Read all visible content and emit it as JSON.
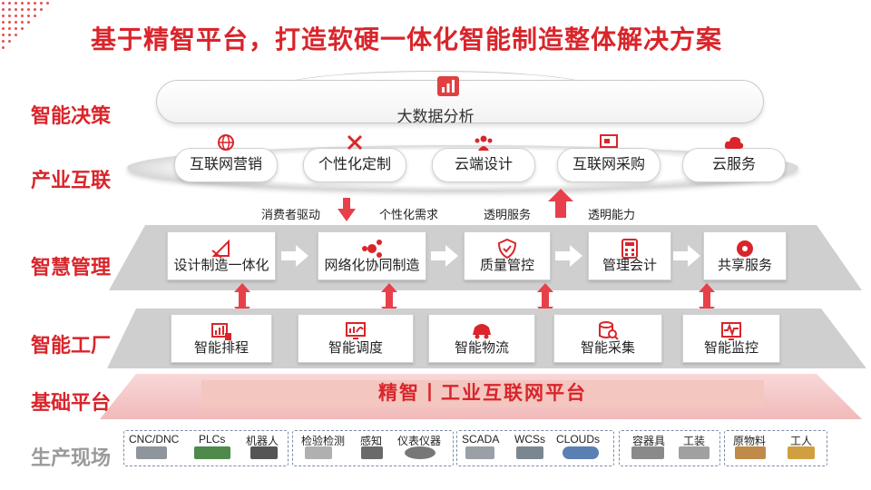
{
  "title": "基于精智平台，打造软硬一体化智能制造整体解决方案",
  "rows": {
    "decision": "智能决策",
    "industry": "产业互联",
    "management": "智慧管理",
    "factory": "智能工厂",
    "platform": "基础平台",
    "production": "生产现场"
  },
  "decision": {
    "label": "大数据分析",
    "icon": "bar-chart-icon"
  },
  "industry_items": [
    {
      "label": "互联网营销",
      "icon": "globe-icon"
    },
    {
      "label": "个性化定制",
      "icon": "tools-icon"
    },
    {
      "label": "云端设计",
      "icon": "users-icon"
    },
    {
      "label": "互联网采购",
      "icon": "cart-icon"
    },
    {
      "label": "云服务",
      "icon": "cloud-icon"
    }
  ],
  "flow_labels": [
    "消费者驱动",
    "个性化需求",
    "透明服务",
    "透明能力"
  ],
  "management_items": [
    {
      "label": "设计制造一体化",
      "icon": "design-icon"
    },
    {
      "label": "网络化协同制造",
      "icon": "share-icon"
    },
    {
      "label": "质量管控",
      "icon": "shield-icon"
    },
    {
      "label": "管理会计",
      "icon": "calculator-icon"
    },
    {
      "label": "共享服务",
      "icon": "network-icon"
    }
  ],
  "factory_items": [
    {
      "label": "智能排程",
      "icon": "schedule-icon"
    },
    {
      "label": "智能调度",
      "icon": "monitor-icon"
    },
    {
      "label": "智能物流",
      "icon": "truck-icon"
    },
    {
      "label": "智能采集",
      "icon": "database-icon"
    },
    {
      "label": "智能监控",
      "icon": "pulse-icon"
    }
  ],
  "platform": {
    "label": "精智丨工业互联网平台"
  },
  "production_groups": [
    {
      "items": [
        "CNC/DNC",
        "PLCs",
        "机器人"
      ]
    },
    {
      "items": [
        "检验检测",
        "感知",
        "仪表仪器"
      ]
    },
    {
      "items": [
        "SCADA",
        "WCSs",
        "CLOUDs"
      ]
    },
    {
      "items": [
        "容器具",
        "工装"
      ]
    },
    {
      "items": [
        "原物料",
        "工人"
      ]
    }
  ],
  "colors": {
    "accent": "#d9252b",
    "band": "#cfcfcf",
    "platform": "#f4c6c0"
  }
}
